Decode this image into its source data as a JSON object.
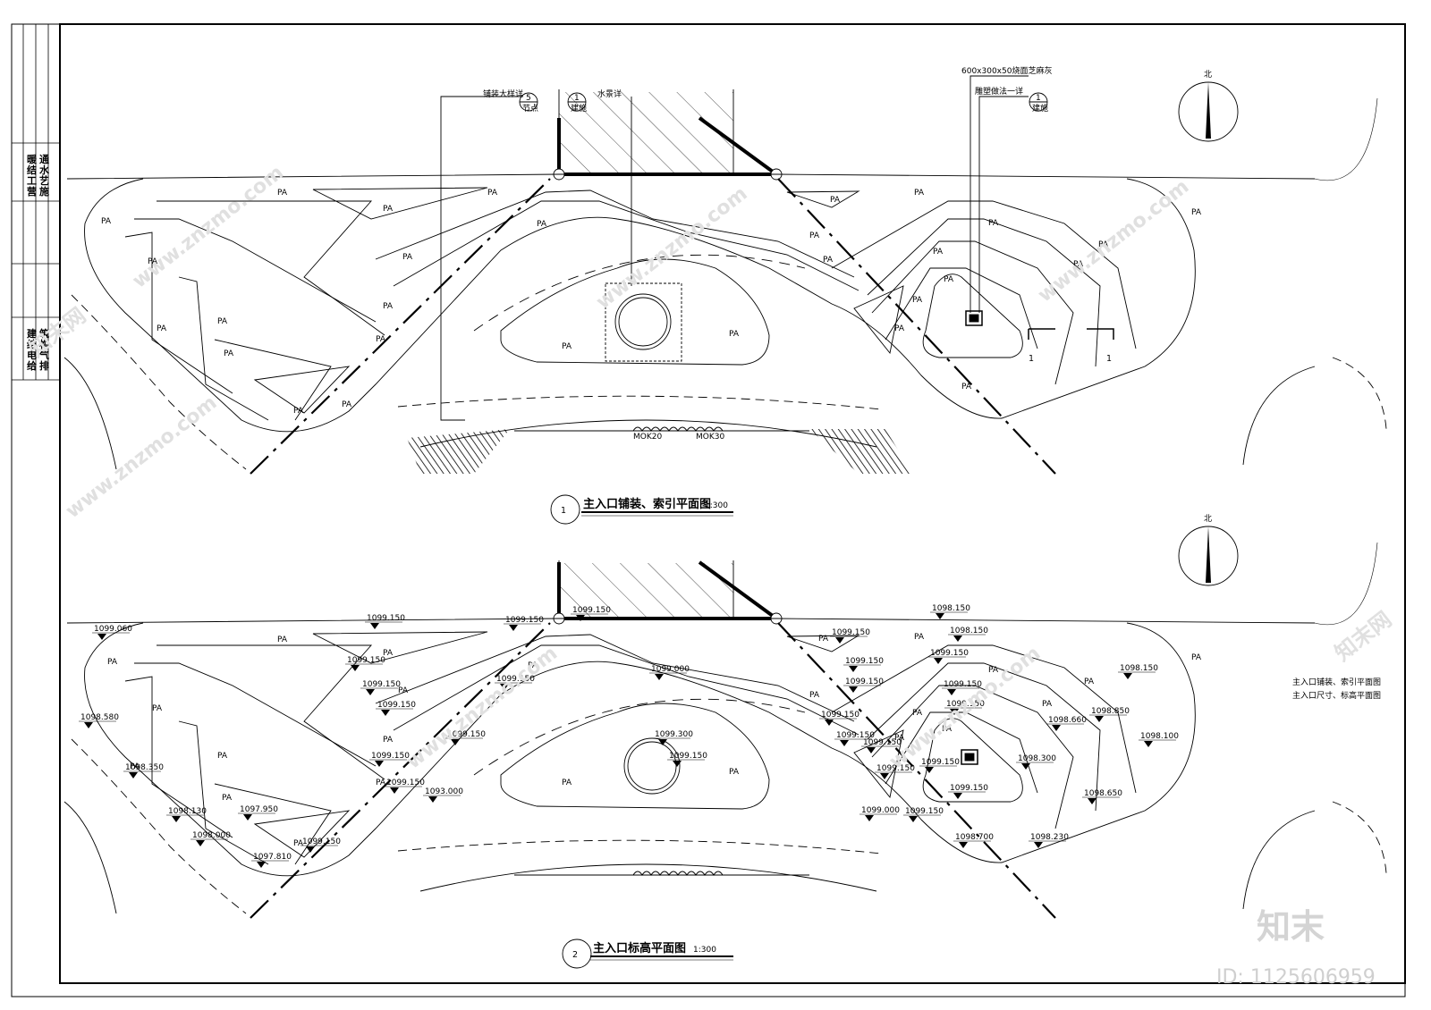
{
  "frame": {
    "side_column_top": [
      "通",
      "水",
      "艺",
      "施"
    ],
    "side_column_top2": [
      "暖",
      "结",
      "工",
      "营"
    ],
    "side_column_bottom": [
      "筑",
      "构",
      "气",
      "排"
    ],
    "side_column_bottom2": [
      "建",
      "结",
      "电",
      "给"
    ]
  },
  "plan1": {
    "title": "主入口铺装、索引平面图",
    "scale": "1:300",
    "number": "1",
    "callout_left_label": "铺装大样详",
    "callout_left_num_top": "5",
    "callout_left_num_bot": "节点",
    "callout_mid_label": "水景详",
    "callout_mid_num_top": "1",
    "callout_mid_num_bot": "建施",
    "callout_right_top": "600x300x50烧面芝麻灰",
    "callout_right_label": "雕塑做法一详",
    "callout_right_num_top": "1",
    "callout_right_num_bot": "建施",
    "section_mark": "1",
    "north_label": "北",
    "pa_label": "PA",
    "dim_a": "MOK20",
    "dim_b": "MOK30"
  },
  "plan2": {
    "title": "主入口标高平面图",
    "scale": "1:300",
    "number": "2",
    "north_label": "北",
    "elevations": [
      "1099.060",
      "1099.150",
      "1099.150",
      "1099.150",
      "1098.150",
      "1098.150",
      "1099.150",
      "1099.150",
      "1099.150",
      "1099.150",
      "1099.000",
      "1099.150",
      "1099.150",
      "1099.150",
      "1099.150",
      "1098.150",
      "1098.580",
      "1099.150",
      "1099.150",
      "1099.150",
      "1099.150",
      "1098.660",
      "1098.850",
      "1099.150",
      "1099.300",
      "1099.150",
      "1099.150",
      "1098.100",
      "1098.350",
      "1099.150",
      "1099.150",
      "1099.150",
      "1098.300",
      "1099.150",
      "1093.000",
      "1099.150",
      "1098.130",
      "1097.950",
      "1099.000",
      "1099.150",
      "1098.650",
      "1098.000",
      "1099.150",
      "1098.700",
      "1098.230",
      "1097.810"
    ]
  },
  "legend": {
    "line1": "主入口铺装、索引平面图",
    "line2": "主入口尺寸、标高平面图"
  },
  "watermark": {
    "brand": "知末",
    "site": "www.znzmo.com",
    "cn": "知末网",
    "id": "ID: 1125606959"
  }
}
